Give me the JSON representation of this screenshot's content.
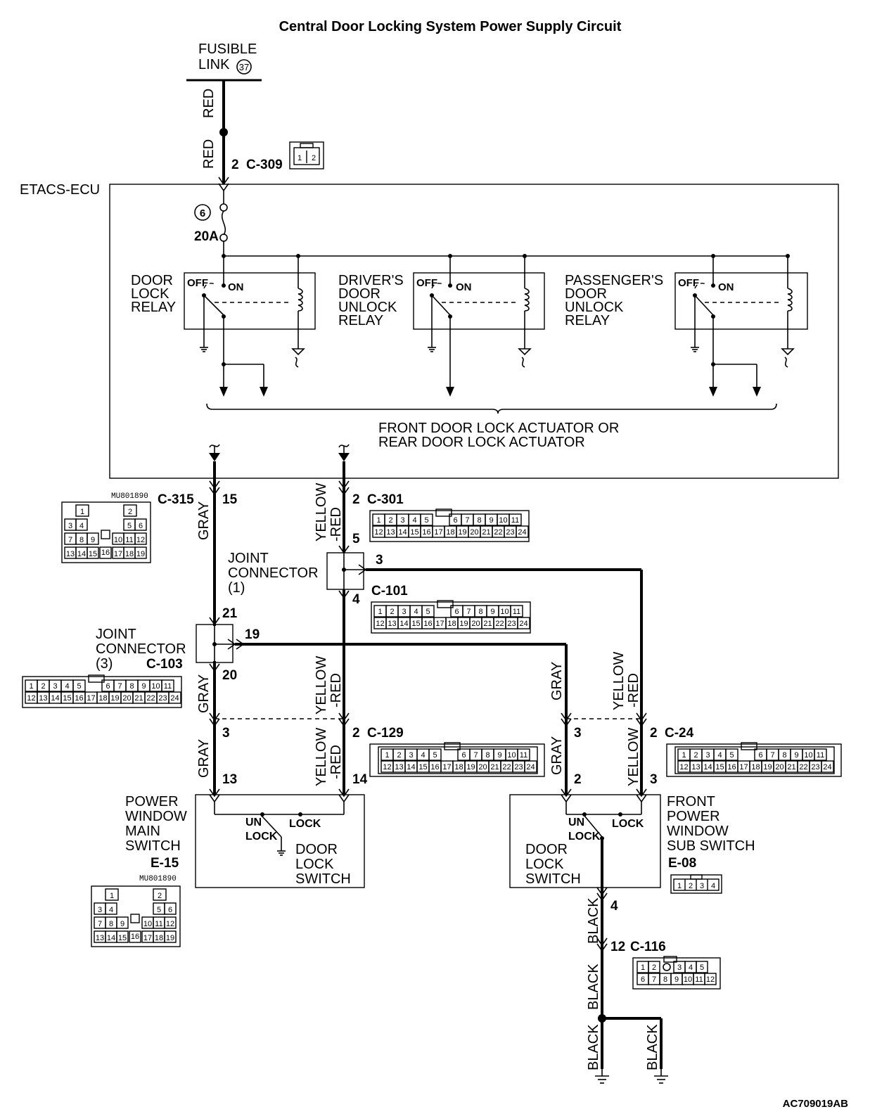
{
  "title": "Central Door Locking System Power Supply Circuit",
  "footer_code": "AC709019AB",
  "fusible_link": {
    "label_line1": "FUSIBLE",
    "label_line2": "LINK",
    "number": "37"
  },
  "ecu": {
    "label": "ETACS-ECU",
    "fuse_number": "6",
    "fuse_rating": "20A",
    "off_label": "OFF",
    "on_label": "ON",
    "relays": [
      {
        "lines": [
          "DOOR",
          "LOCK",
          "RELAY"
        ]
      },
      {
        "lines": [
          "DRIVER'S",
          "DOOR",
          "UNLOCK",
          "RELAY"
        ]
      },
      {
        "lines": [
          "PASSENGER'S",
          "DOOR",
          "UNLOCK",
          "RELAY"
        ]
      }
    ],
    "actuator_line1": "FRONT DOOR LOCK ACTUATOR OR",
    "actuator_line2": "REAR DOOR LOCK ACTUATOR"
  },
  "wire_colors": {
    "red": "RED",
    "gray": "GRAY",
    "yellow": "YELLOW",
    "red_suffix": "-RED",
    "black": "BLACK"
  },
  "connectors": {
    "c309": {
      "id": "C-309",
      "pin": "2",
      "cells": [
        "1",
        "2"
      ]
    },
    "c315": {
      "id": "C-315",
      "pin": "15",
      "part": "MU801890"
    },
    "c301": {
      "id": "C-301",
      "pin": "2"
    },
    "c101": {
      "id": "C-101",
      "pin_in": "5",
      "pin_right": "3",
      "pin_out": "4"
    },
    "c103": {
      "id": "C-103",
      "pin_in": "21",
      "pin_right": "19",
      "pin_out": "20"
    },
    "c129": {
      "id": "C-129",
      "pin_left": "3",
      "pin_right": "2"
    },
    "c24": {
      "id": "C-24",
      "pin_left": "3",
      "pin_right": "2"
    },
    "e15": {
      "id": "E-15",
      "pin_left": "13",
      "pin_right": "14",
      "part": "MU801890"
    },
    "e08": {
      "id": "E-08",
      "pin_left": "2",
      "pin_right": "3",
      "pin_out": "4",
      "cells": [
        "1",
        "2",
        "3",
        "4"
      ]
    },
    "c116": {
      "id": "C-116",
      "pin": "12"
    }
  },
  "grid24": {
    "row1": [
      "1",
      "2",
      "3",
      "4",
      "5",
      "6",
      "7",
      "8",
      "9",
      "10",
      "11"
    ],
    "row2": [
      "12",
      "13",
      "14",
      "15",
      "16",
      "17",
      "18",
      "19",
      "20",
      "21",
      "22",
      "23",
      "24"
    ]
  },
  "grid19": {
    "row1": [
      "1",
      "2"
    ],
    "row2": [
      "3",
      "4",
      "5",
      "6"
    ],
    "row3": [
      "7",
      "8",
      "9",
      "10",
      "11",
      "12"
    ],
    "row4": [
      "13",
      "14",
      "15",
      "16",
      "17",
      "18",
      "19"
    ]
  },
  "grid12": {
    "row1": [
      "1",
      "2",
      "3",
      "4",
      "5"
    ],
    "row2": [
      "6",
      "7",
      "8",
      "9",
      "10",
      "11",
      "12"
    ]
  },
  "joint1": {
    "line1": "JOINT",
    "line2": "CONNECTOR",
    "line3": "(1)"
  },
  "joint3": {
    "line1": "JOINT",
    "line2": "CONNECTOR",
    "line3": "(3)"
  },
  "main_switch": {
    "lines": [
      "POWER",
      "WINDOW",
      "MAIN",
      "SWITCH"
    ],
    "inner": [
      "DOOR",
      "LOCK",
      "SWITCH"
    ],
    "un": "UN",
    "lock_top": "LOCK",
    "lock_bottom": "LOCK"
  },
  "sub_switch": {
    "lines": [
      "FRONT",
      "POWER",
      "WINDOW",
      "SUB SWITCH"
    ],
    "inner": [
      "DOOR",
      "LOCK",
      "SWITCH"
    ],
    "un": "UN",
    "lock_top": "LOCK",
    "lock_bottom": "LOCK"
  }
}
